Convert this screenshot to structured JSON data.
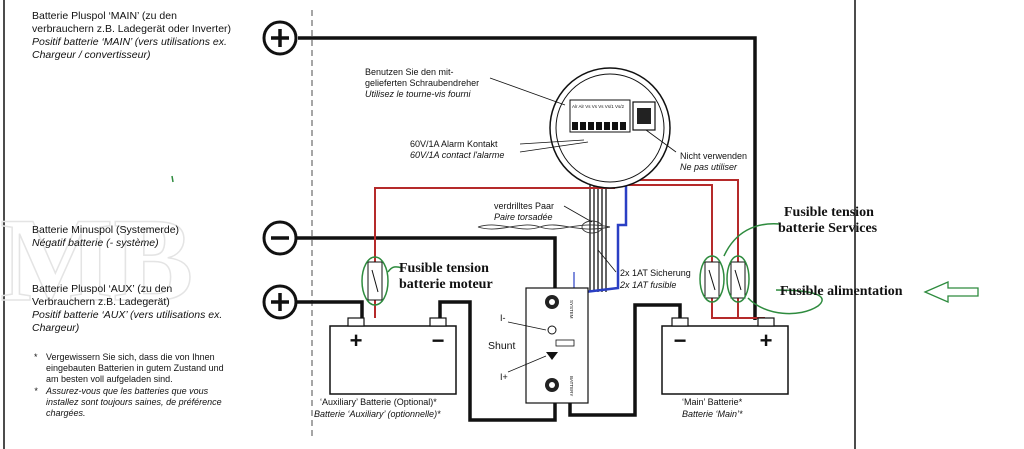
{
  "labels": {
    "main_pos_de_1": "Batterie Pluspol ‘MAIN’ (zu den",
    "main_pos_de_2": "verbrauchern z.B. Ladegerät oder Inverter)",
    "main_pos_fr_1": "Positif batterie ‘MAIN’ (vers utilisations ex.",
    "main_pos_fr_2": "Chargeur / convertisseur)",
    "minus_de": "Batterie Minuspol (Systemerde)",
    "minus_fr": "Négatif batterie (- système)",
    "aux_pos_de_1": "Batterie Pluspol ‘AUX’ (zu den",
    "aux_pos_de_2": "Verbrauchern z.B. Ladegerät)",
    "aux_pos_fr_1": "Positif batterie ‘AUX’ (vers utilisations ex.",
    "aux_pos_fr_2": "Chargeur)",
    "note_de_1": "Vergewissern Sie sich, dass die von Ihnen",
    "note_de_2": "eingebauten Batterien in gutem Zustand und",
    "note_de_3": "am besten voll aufgeladen sind.",
    "note_fr_1": "Assurez-vous que les batteries que vous",
    "note_fr_2": "installez sont toujours saines, de préférence",
    "note_fr_3": "chargées.",
    "screwdriver_de_1": "Benutzen Sie den mit-",
    "screwdriver_de_2": "gelieferten Schraubendreher",
    "screwdriver_fr": "Utilisez le tourne-vis fourni",
    "alarm_de": "60V/1A Alarm Kontakt",
    "alarm_fr": "60V/1A contact l'alarme",
    "notuse_de": "Nicht verwenden",
    "notuse_fr": "Ne pas utiliser",
    "twisted_de": "verdrilltes Paar",
    "twisted_fr": "Paire torsadée",
    "fuse_de": "2x 1AT Sicherung",
    "fuse_fr": "2x 1AT fusible",
    "shunt": "Shunt",
    "i_minus": "I-",
    "i_plus": "I+",
    "aux_batt_de": "‘Auxiliary’ Batterie (Optional)*",
    "aux_batt_fr": "Batterie ‘Auxiliary’  (optionnelle)*",
    "main_batt_de": "‘Main’ Batterie*",
    "main_batt_fr": "Batterie ‘Main’*",
    "fusible_moteur_1": "Fusible tension",
    "fusible_moteur_2": "batterie moteur",
    "fusible_services_1": "Fusible tension",
    "fusible_services_2": "batterie Services",
    "fusible_alim": "Fusible alimentation",
    "star": "*",
    "plus": "+",
    "minus": "−",
    "shunt_system": "SYSTEM",
    "shunt_battery": "BATTERY",
    "terminal_labels": "Alr Alr Vs Vs Vs Vs/1 Vs/2"
  },
  "colors": {
    "wire_black": "#111111",
    "wire_red": "#b52a2a",
    "wire_blue": "#2a3fc4",
    "annotation_green": "#2e8b3e",
    "watermark": "#e4e4e4"
  },
  "icons": [
    "plus-terminal-icon",
    "minus-terminal-icon",
    "fuse-icon",
    "arrow-left-icon",
    "battery-icon"
  ]
}
